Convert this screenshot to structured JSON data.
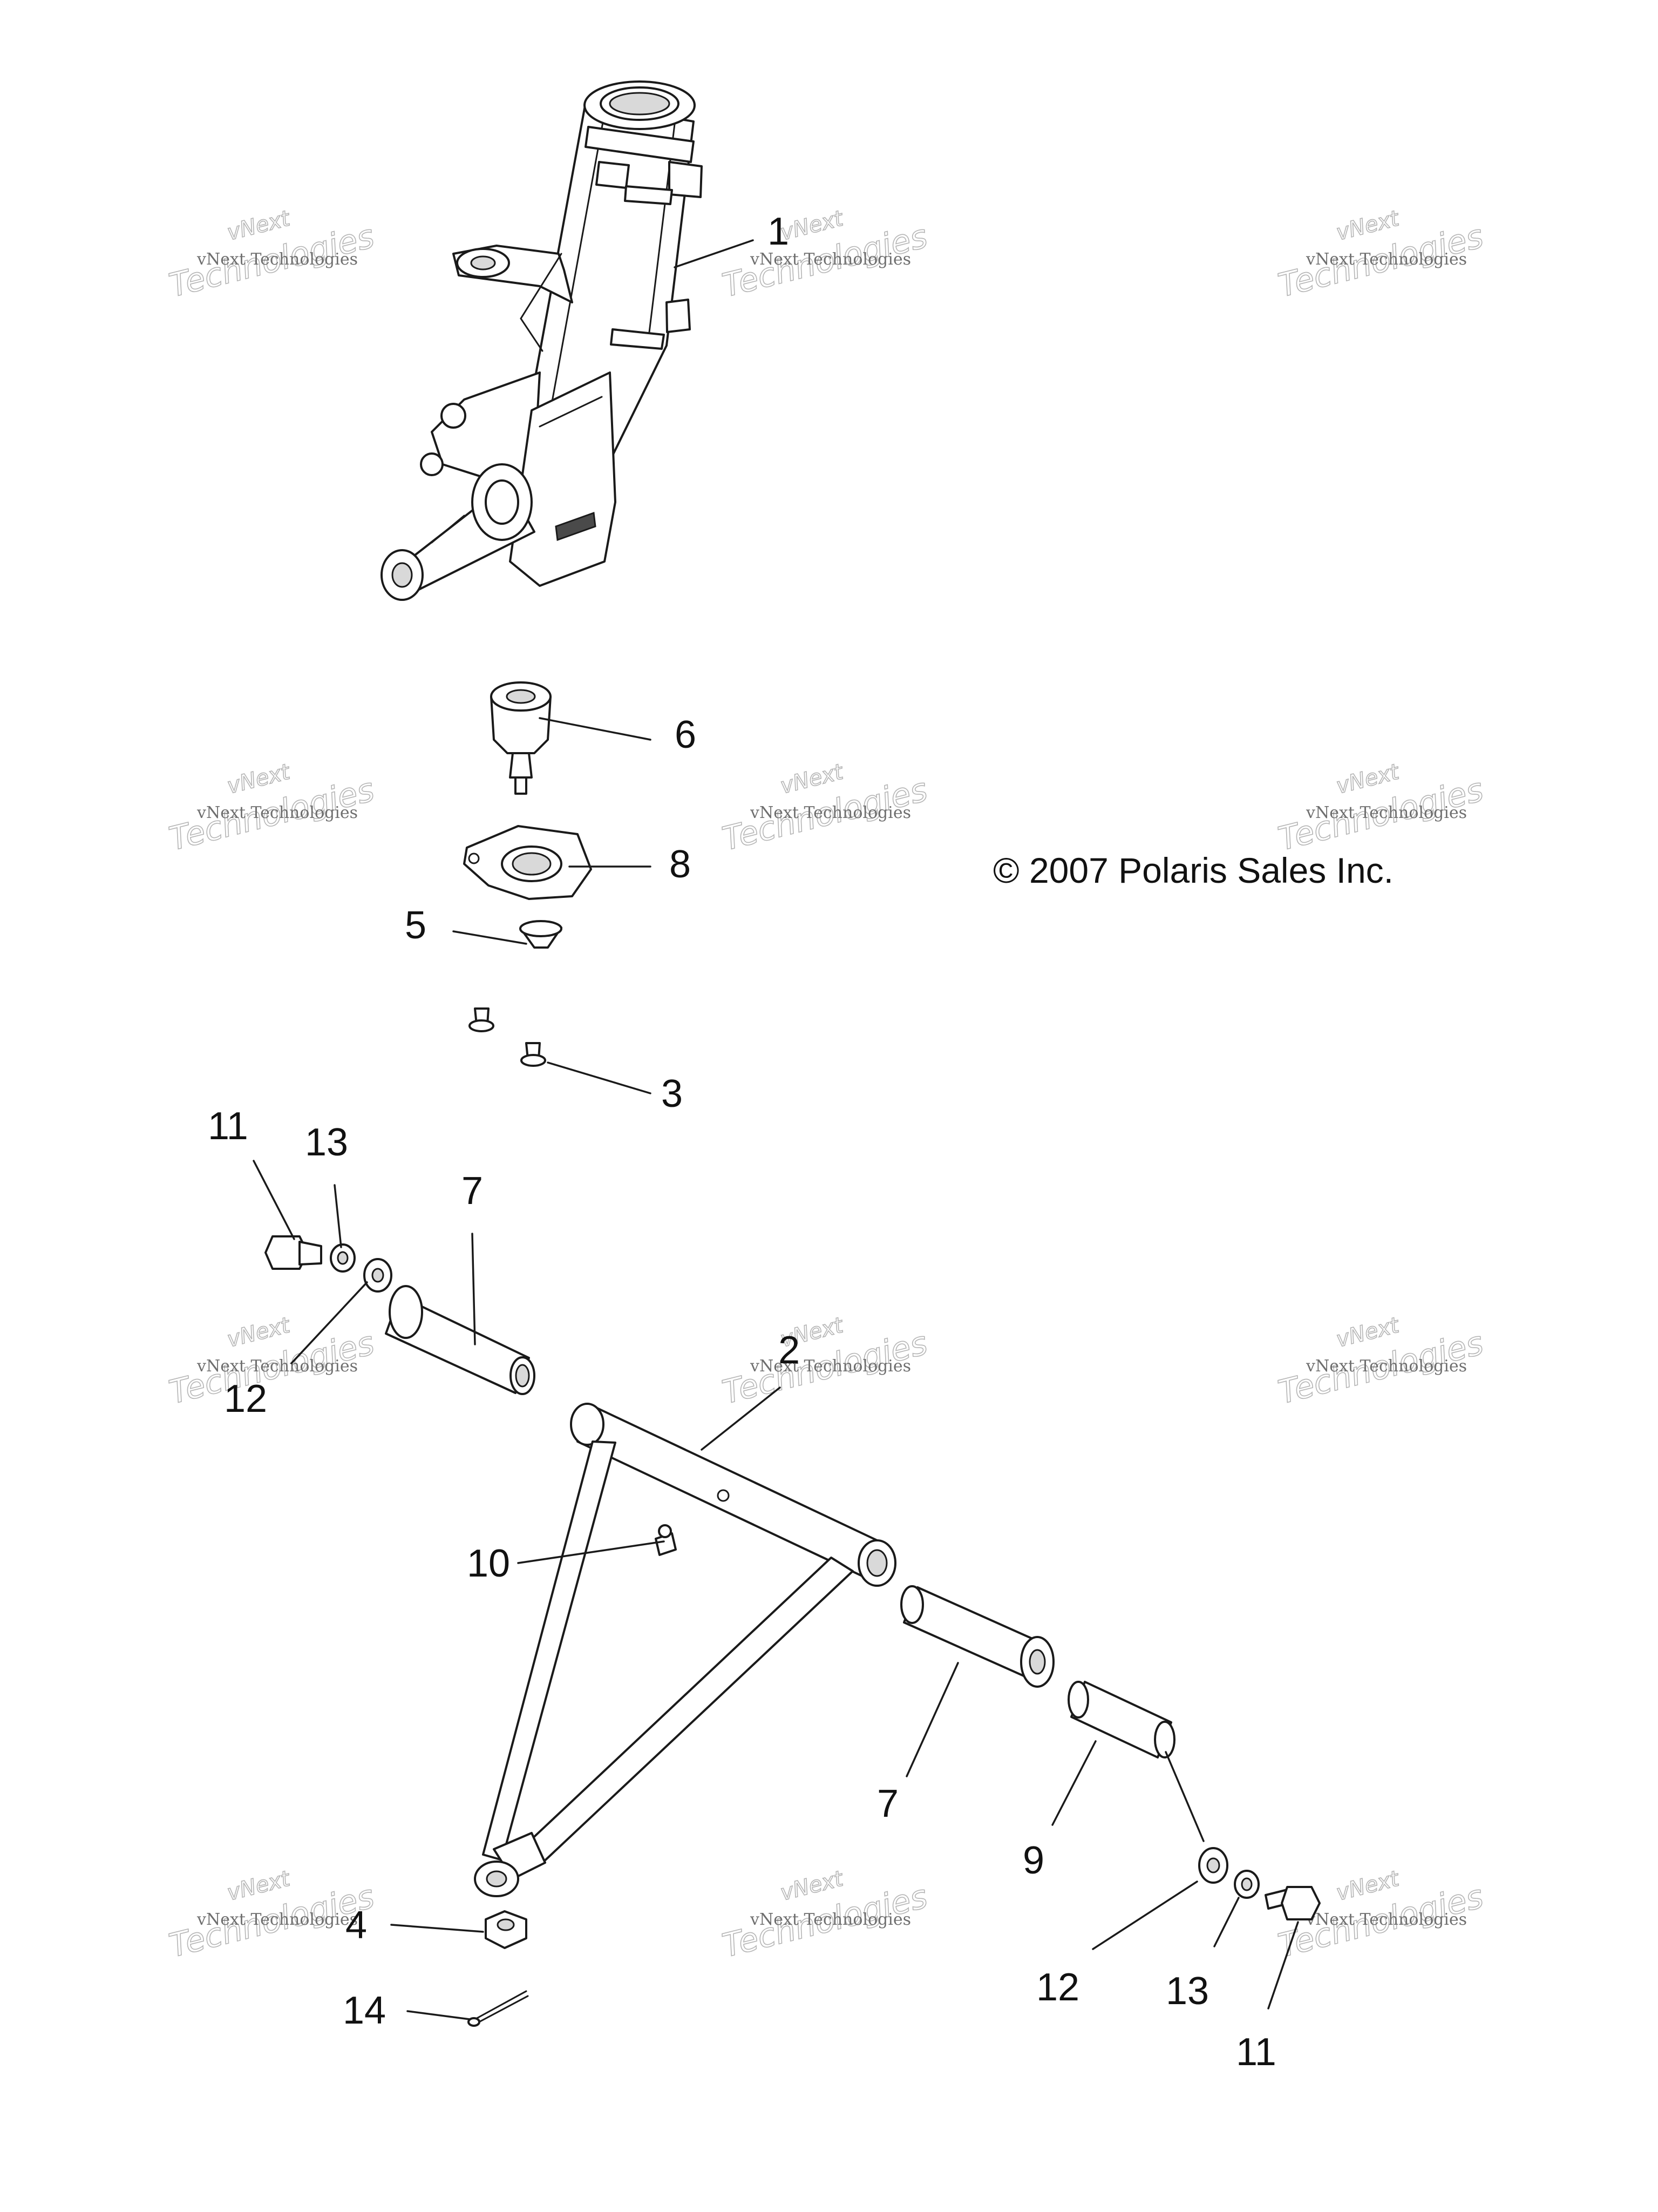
{
  "copyright": "© 2007 Polaris Sales Inc.",
  "watermark": {
    "brand": "vNext",
    "company": "vNext Technologies",
    "sub": "Technologies"
  },
  "callouts": {
    "c1": "1",
    "c2": "2",
    "c3": "3",
    "c4": "4",
    "c5": "5",
    "c6": "6",
    "c7a": "7",
    "c7b": "7",
    "c8": "8",
    "c9": "9",
    "c10": "10",
    "c11a": "11",
    "c11b": "11",
    "c12a": "12",
    "c12b": "12",
    "c13a": "13",
    "c13b": "13",
    "c14": "14"
  },
  "colors": {
    "line": "#1a1a1a",
    "watermark": "#b5b5b5",
    "background": "#ffffff"
  }
}
